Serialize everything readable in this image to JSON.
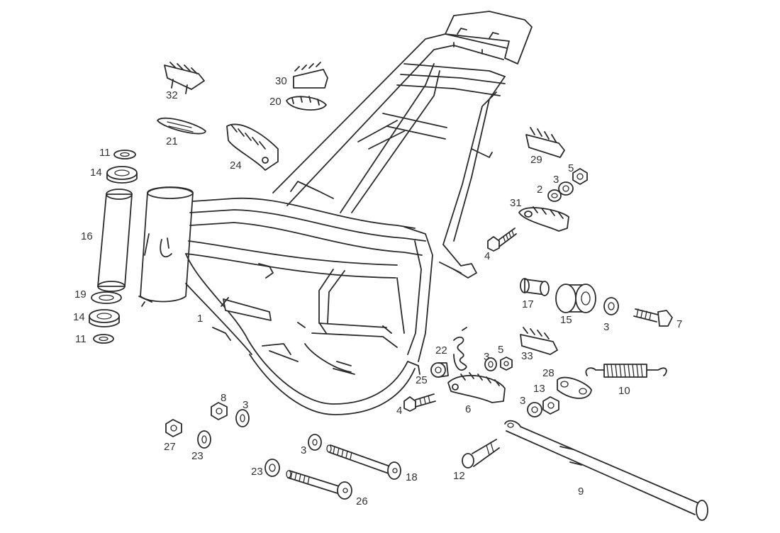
{
  "callouts": {
    "c1": "1",
    "c2": "2",
    "c3a": "3",
    "c3b": "3",
    "c3c": "3",
    "c3d": "3",
    "c3e": "3",
    "c3f": "3",
    "c4a": "4",
    "c4b": "4",
    "c5a": "5",
    "c5b": "5",
    "c6": "6",
    "c7": "7",
    "c8": "8",
    "c9": "9",
    "c10": "10",
    "c11a": "11",
    "c11b": "11",
    "c12": "12",
    "c13": "13",
    "c14a": "14",
    "c14b": "14",
    "c15": "15",
    "c16": "16",
    "c17": "17",
    "c18": "18",
    "c19": "19",
    "c20": "20",
    "c21": "21",
    "c22": "22",
    "c23a": "23",
    "c23b": "23",
    "c24": "24",
    "c25": "25",
    "c26": "26",
    "c27": "27",
    "c28": "28",
    "c29": "29",
    "c30": "30",
    "c31": "31",
    "c32": "32",
    "c33": "33"
  },
  "colors": {
    "line": "#2b2b2b",
    "label": "#333333",
    "background": "#ffffff"
  }
}
